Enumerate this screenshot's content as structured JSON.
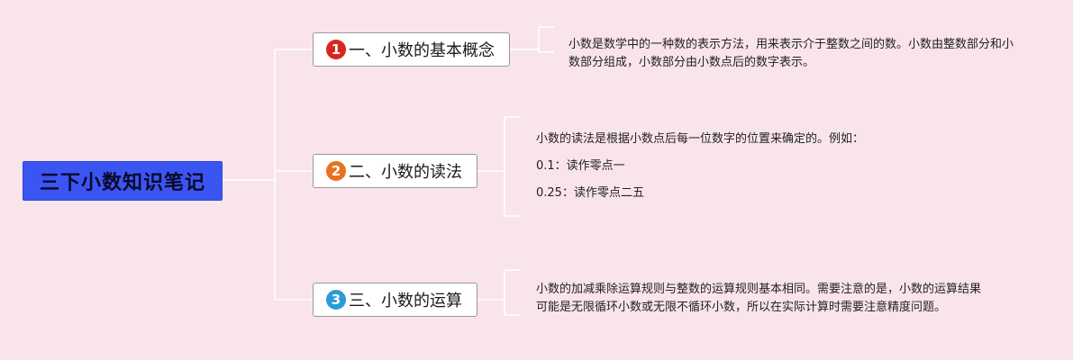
{
  "root": {
    "title": "三下小数知识笔记",
    "color": "#3b55f2"
  },
  "branches": [
    {
      "badge": "1",
      "badge_color": "#d8261c",
      "label": "一、小数的基本概念",
      "note": "小数是数学中的一种数的表示方法，用来表示介于整数之间的数。小数由整数部分和小数部分组成，小数部分由小数点后的数字表示。"
    },
    {
      "badge": "2",
      "badge_color": "#e8731e",
      "label": "二、小数的读法",
      "details": [
        "小数的读法是根据小数点后每一位数字的位置来确定的。例如：",
        "0.1：读作零点一",
        "0.25：读作零点二五"
      ]
    },
    {
      "badge": "3",
      "badge_color": "#2b9ad8",
      "label": "三、小数的运算",
      "note": "小数的加减乘除运算规则与整数的运算规则基本相同。需要注意的是，小数的运算结果可能是无限循环小数或无限不循环小数，所以在实际计算时需要注意精度问题。"
    }
  ]
}
